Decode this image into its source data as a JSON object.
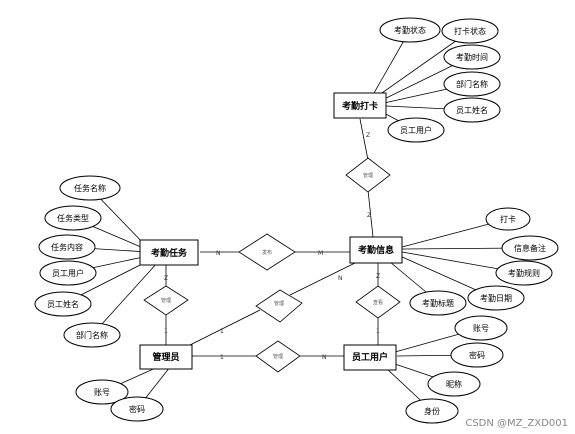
{
  "entities": [
    {
      "id": "attendance_punch",
      "label": "考勤打卡"
    },
    {
      "id": "attendance_task",
      "label": "考勤任务"
    },
    {
      "id": "attendance_info",
      "label": "考勤信息"
    },
    {
      "id": "admin",
      "label": "管理员"
    },
    {
      "id": "employee_user",
      "label": "员工用户"
    }
  ],
  "relationships": [
    {
      "id": "r_punch_info",
      "label": "管理"
    },
    {
      "id": "r_task_info",
      "label": "发布"
    },
    {
      "id": "r_task_admin",
      "label": "管理"
    },
    {
      "id": "r_admin_info",
      "label": "管理"
    },
    {
      "id": "r_info_emp",
      "label": "查看"
    },
    {
      "id": "r_admin_emp",
      "label": "管理"
    }
  ],
  "attributes": {
    "punch": [
      "考勤状态",
      "打卡状态",
      "考勤时间",
      "部门名称",
      "员工姓名",
      "员工用户"
    ],
    "task": [
      "任务名称",
      "任务类型",
      "任务内容",
      "员工用户",
      "员工姓名",
      "部门名称"
    ],
    "info": [
      "打卡",
      "信息备注",
      "考勤规则",
      "考勤日期",
      "考勤标题"
    ],
    "admin": [
      "账号",
      "密码"
    ],
    "employee": [
      "账号",
      "密码",
      "昵称",
      "身份"
    ]
  },
  "cardinalities": {
    "punch_rel": "Z",
    "rel_info_top": "Z",
    "task_rel": "N",
    "rel_info_left": "M",
    "task_admin_top": "Z",
    "task_admin_bottom": "1",
    "admin_rel": "1",
    "rel_info_admin": "N",
    "info_emp_top": "Z",
    "info_emp_bottom": "1",
    "admin_emp_left": "1",
    "admin_emp_right": "N"
  },
  "watermark": "CSDN @MZ_ZXD001"
}
